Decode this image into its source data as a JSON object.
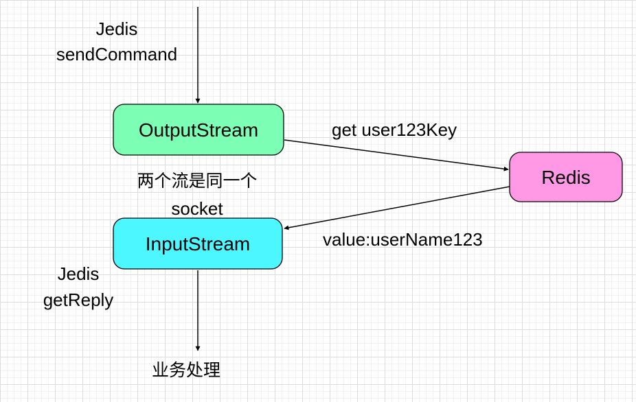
{
  "nodes": {
    "output_stream": {
      "label": "OutputStream",
      "color": "#7cffb4"
    },
    "input_stream": {
      "label": "InputStream",
      "color": "#4cf7ff"
    },
    "redis": {
      "label": "Redis",
      "color": "#ff99e6"
    }
  },
  "labels": {
    "send_line1": "Jedis",
    "send_line2": "sendCommand",
    "reply_line1": "Jedis",
    "reply_line2": "getReply",
    "same_socket_line1": "两个流是同一个",
    "same_socket_line2": "socket",
    "request": "get user123Key",
    "response": "value:userName123",
    "processing": "业务处理"
  }
}
